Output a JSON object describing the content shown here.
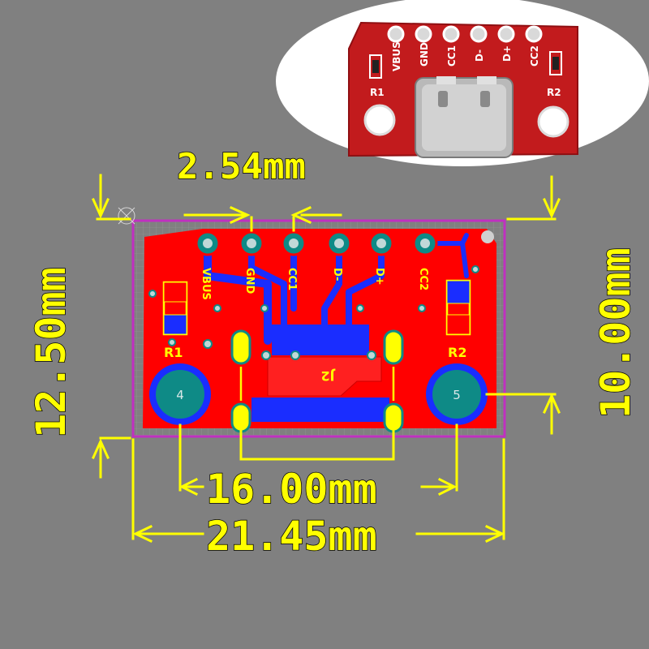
{
  "dimensions": {
    "pitch": "2.54mm",
    "height": "12.50mm",
    "inner_height": "10.00mm",
    "hole_spacing": "16.00mm",
    "width": "21.45mm"
  },
  "pins": [
    "VBUS",
    "GND",
    "CC1",
    "D-",
    "D+",
    "CC2"
  ],
  "components": {
    "r1": "R1",
    "r2": "R2",
    "connector": "J2",
    "hole_left": "4",
    "hole_right": "5"
  },
  "colors": {
    "background": "#808080",
    "dimension": "#ffff00",
    "copper_top": "#ff0000",
    "copper_bottom": "#1a2dff",
    "pad": "#0e8a86",
    "outline": "#c030c0"
  }
}
